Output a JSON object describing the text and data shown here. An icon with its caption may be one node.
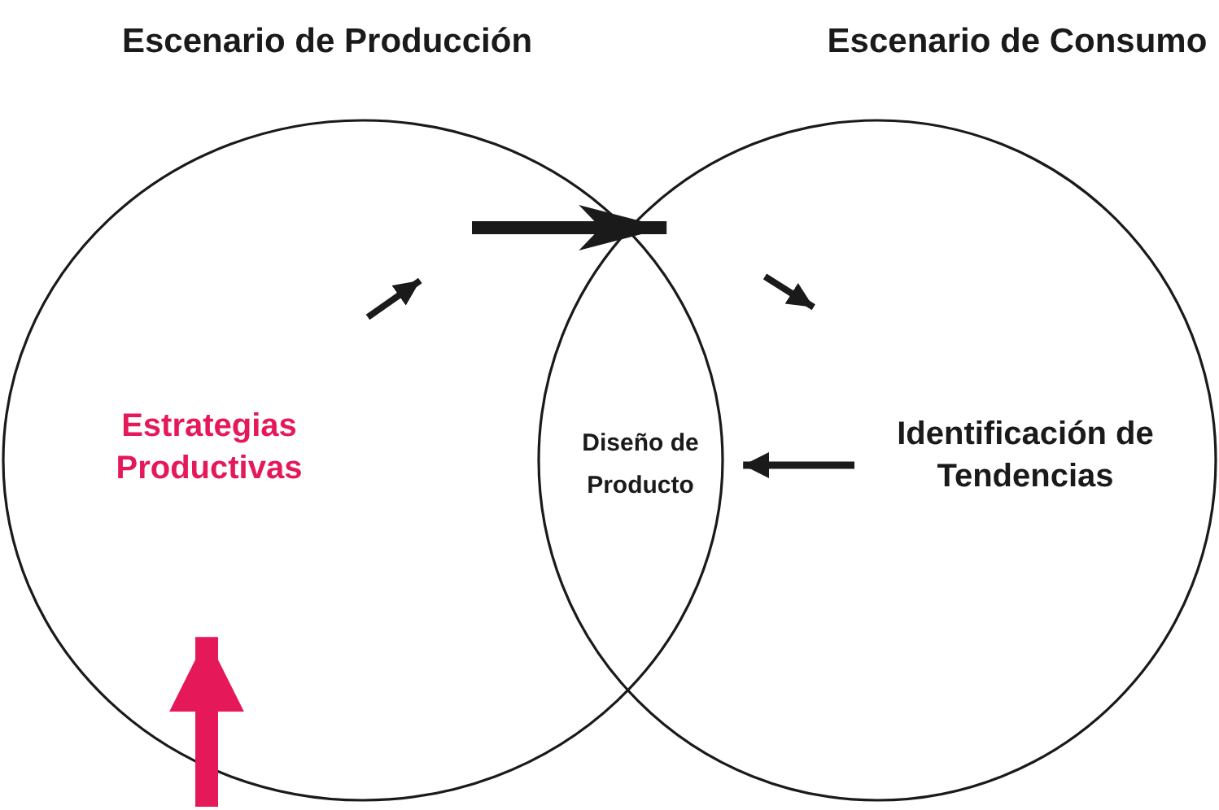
{
  "diagram": {
    "nodes": [
      {
        "text": [
          "Escenario de Producción"
        ]
      },
      {
        "text": [
          "Escenario de Consumo"
        ]
      },
      {
        "text": [
          "Estrategias Productivas"
        ],
        "in": 0
      },
      {
        "text": [
          "Diseño de Producto"
        ]
      },
      {
        "text": [
          "Identificación de Tendencias"
        ],
        "in": 1
      }
    ],
    "edges": [
      {
        "from": 4,
        "to": 3,
        "arrow": "to"
      }
    ]
  }
}
